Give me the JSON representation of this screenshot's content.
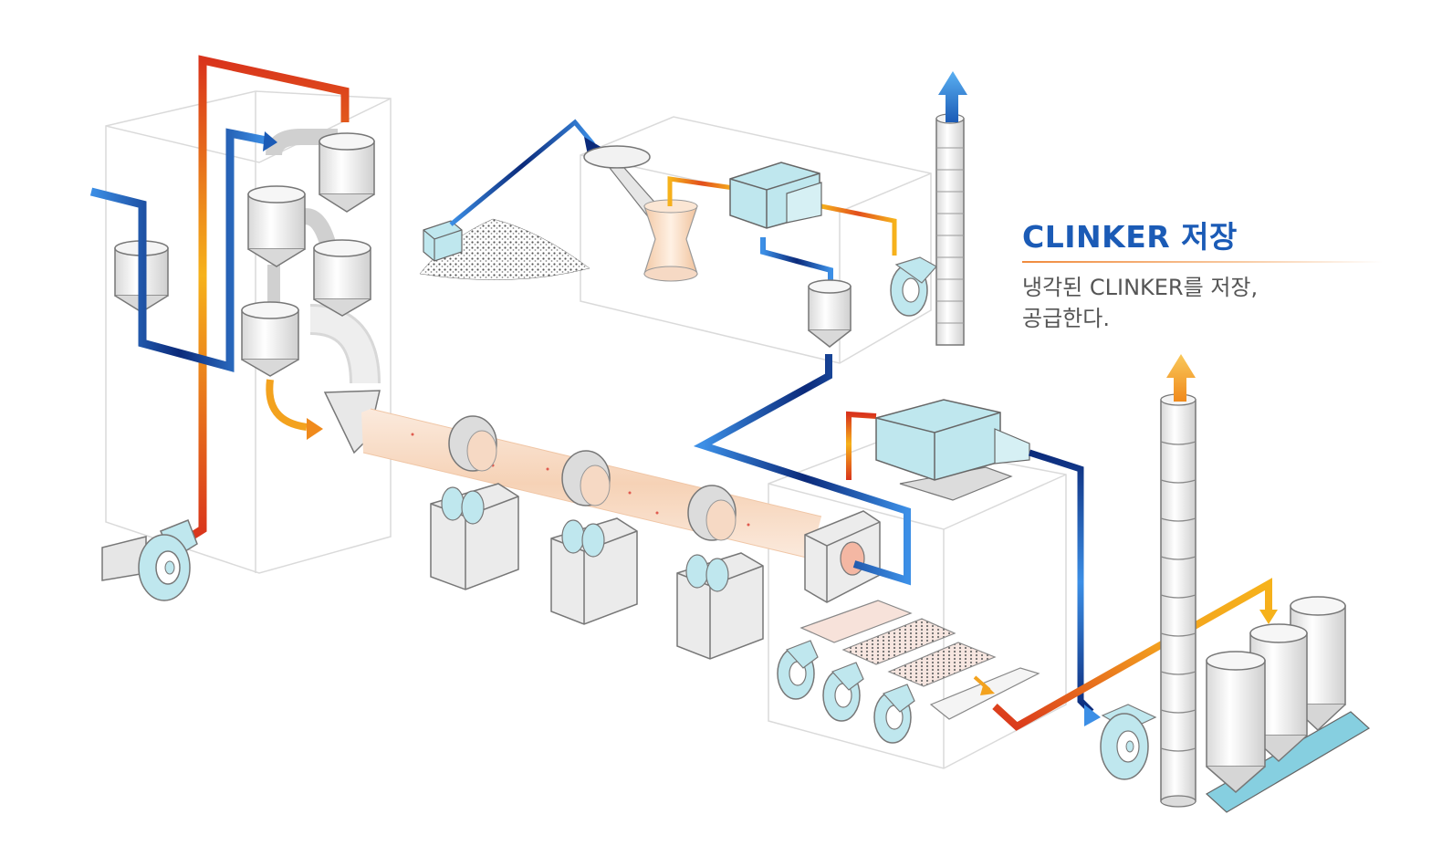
{
  "info_panel": {
    "title": "CLINKER 저장",
    "description_line1": "냉각된 CLINKER를 저장,",
    "description_line2": "공급한다."
  },
  "colors": {
    "title_blue": "#1b5bb6",
    "hot_pipe_red": "#d9341c",
    "hot_pipe_yellow": "#f6b21b",
    "cold_pipe_dark": "#0b2a7a",
    "cold_pipe_light": "#3c8fe6",
    "kiln_tube": "#f6d9c4",
    "equipment_cyan": "#bfe7ee",
    "equipment_gray": "#e8e8e8"
  },
  "components": [
    "preheater-tower",
    "rotary-kiln",
    "raw-material-pile",
    "coal-mill",
    "bag-filter",
    "exhaust-stack",
    "clinker-cooler",
    "cooler-fans",
    "clinker-stack",
    "clinker-silos"
  ]
}
